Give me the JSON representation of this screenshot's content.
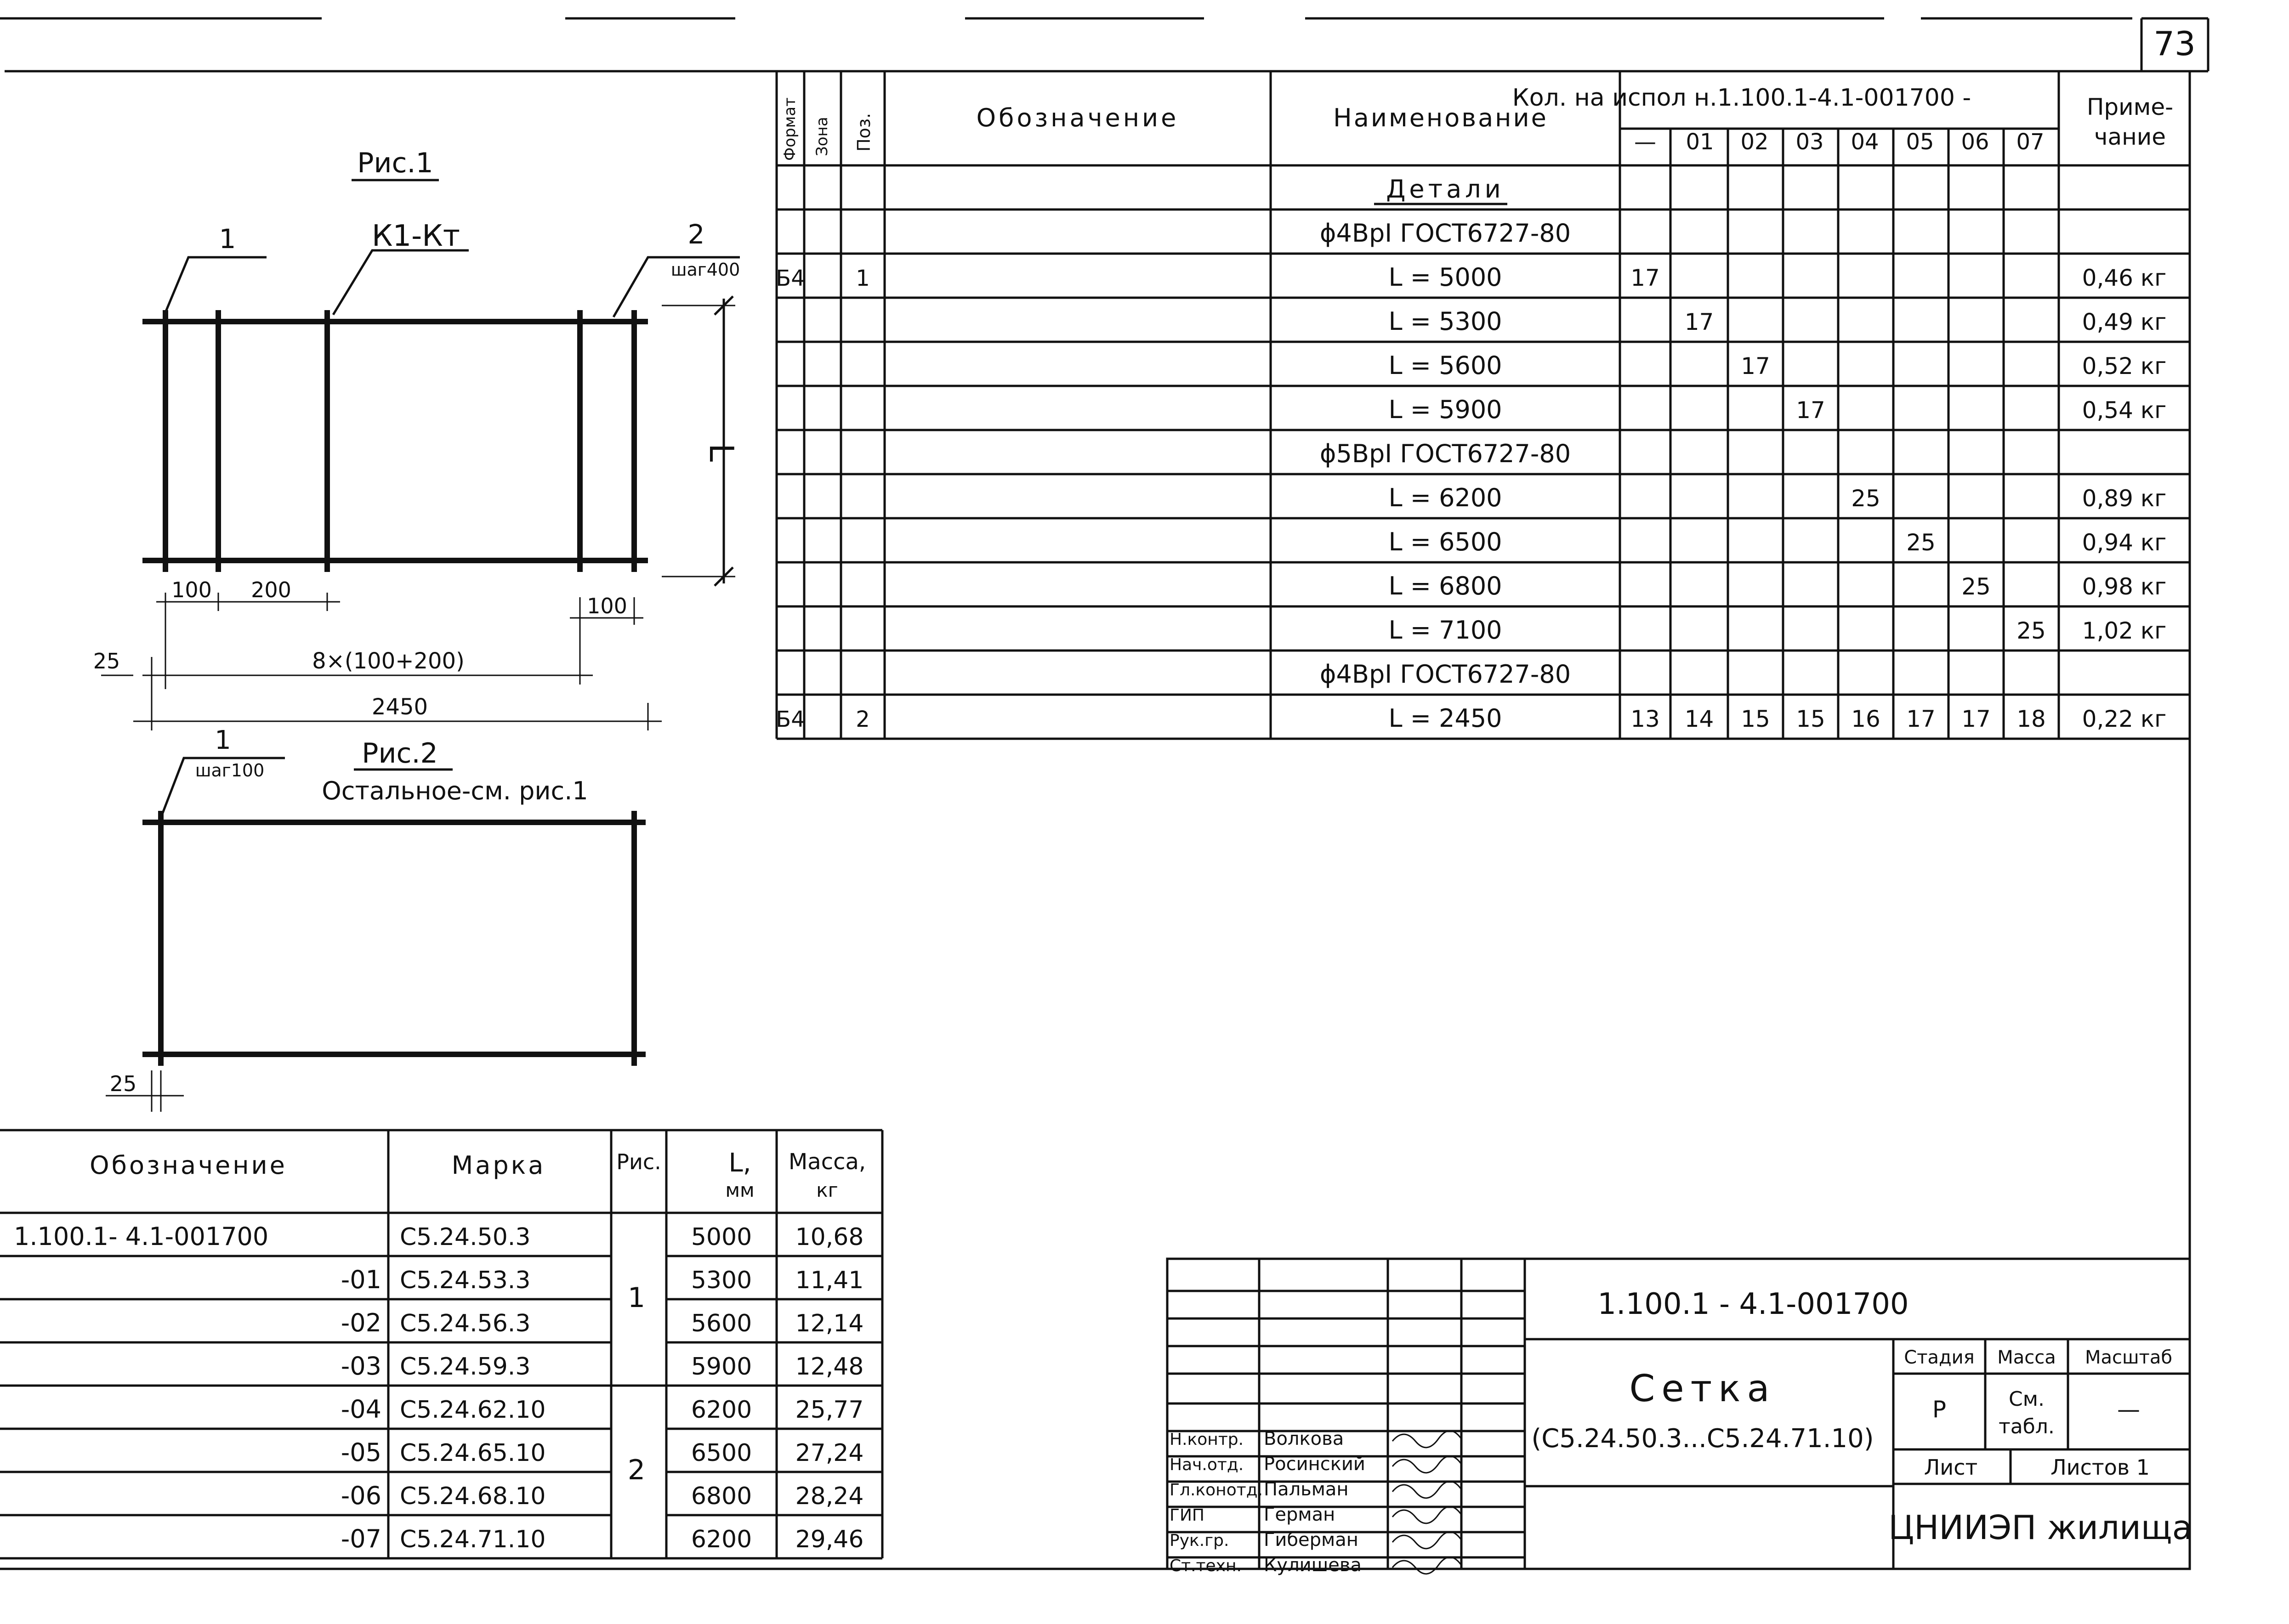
{
  "page": {
    "sheet_number": "73",
    "colors": {
      "ink": "#111111",
      "paper": "#ffffff"
    }
  },
  "spec": {
    "headers": {
      "format": "Формат",
      "zone": "Зона",
      "pos": "Поз.",
      "designation": "Обозначение",
      "name": "Наименование",
      "qty": "Кол. на испол н.1.100.1-4.1-001700 -",
      "note1": "Приме-",
      "note2": "чание"
    },
    "variants": [
      "—",
      "01",
      "02",
      "03",
      "04",
      "05",
      "06",
      "07"
    ],
    "rows": [
      {
        "format": "",
        "zone": "",
        "pos": "",
        "name": "Детали",
        "q": [
          "",
          "",
          "",
          "",
          "",
          "",
          "",
          ""
        ],
        "note": "",
        "section": true
      },
      {
        "format": "",
        "zone": "",
        "pos": "",
        "name": "ϕ4ВрI ГОСТ6727-80",
        "q": [
          "",
          "",
          "",
          "",
          "",
          "",
          "",
          ""
        ],
        "note": "",
        "section": false
      },
      {
        "format": "Б4",
        "zone": "",
        "pos": "1",
        "name": "L = 5000",
        "q": [
          "17",
          "",
          "",
          "",
          "",
          "",
          "",
          ""
        ],
        "note": "0,46 кг",
        "section": false
      },
      {
        "format": "",
        "zone": "",
        "pos": "",
        "name": "L = 5300",
        "q": [
          "",
          "17",
          "",
          "",
          "",
          "",
          "",
          ""
        ],
        "note": "0,49 кг",
        "section": false
      },
      {
        "format": "",
        "zone": "",
        "pos": "",
        "name": "L = 5600",
        "q": [
          "",
          "",
          "17",
          "",
          "",
          "",
          "",
          ""
        ],
        "note": "0,52 кг",
        "section": false
      },
      {
        "format": "",
        "zone": "",
        "pos": "",
        "name": "L = 5900",
        "q": [
          "",
          "",
          "",
          "17",
          "",
          "",
          "",
          ""
        ],
        "note": "0,54 кг",
        "section": false
      },
      {
        "format": "",
        "zone": "",
        "pos": "",
        "name": "ϕ5ВрI ГОСТ6727-80",
        "q": [
          "",
          "",
          "",
          "",
          "",
          "",
          "",
          ""
        ],
        "note": "",
        "section": false
      },
      {
        "format": "",
        "zone": "",
        "pos": "",
        "name": "L = 6200",
        "q": [
          "",
          "",
          "",
          "",
          "25",
          "",
          "",
          ""
        ],
        "note": "0,89 кг",
        "section": false
      },
      {
        "format": "",
        "zone": "",
        "pos": "",
        "name": "L = 6500",
        "q": [
          "",
          "",
          "",
          "",
          "",
          "25",
          "",
          ""
        ],
        "note": "0,94 кг",
        "section": false
      },
      {
        "format": "",
        "zone": "",
        "pos": "",
        "name": "L = 6800",
        "q": [
          "",
          "",
          "",
          "",
          "",
          "",
          "25",
          ""
        ],
        "note": "0,98 кг",
        "section": false
      },
      {
        "format": "",
        "zone": "",
        "pos": "",
        "name": "L = 7100",
        "q": [
          "",
          "",
          "",
          "",
          "",
          "",
          "",
          "25"
        ],
        "note": "1,02 кг",
        "section": false
      },
      {
        "format": "",
        "zone": "",
        "pos": "",
        "name": "ϕ4ВрI ГОСТ6727-80",
        "q": [
          "",
          "",
          "",
          "",
          "",
          "",
          "",
          ""
        ],
        "note": "",
        "section": false
      },
      {
        "format": "Б4",
        "zone": "",
        "pos": "2",
        "name": "L = 2450",
        "q": [
          "13",
          "14",
          "15",
          "15",
          "16",
          "17",
          "17",
          "18"
        ],
        "note": "0,22 кг",
        "section": false
      }
    ]
  },
  "fig1": {
    "title": "Рис.1",
    "label_1": "1",
    "label_kt": "К1-Кт",
    "label_2": "2",
    "step": "шаг400",
    "dim_l": "L",
    "dim_100a": "100",
    "dim_200": "200",
    "dim_100b": "100",
    "dim_25": "25",
    "dim_8x": "8×(100+200)",
    "dim_2450": "2450"
  },
  "fig2": {
    "title": "Рис.2",
    "label_1": "1",
    "step": "шаг100",
    "note": "Остальное-см. рис.1",
    "dim_25": "25"
  },
  "marks": {
    "headers": {
      "designation": "Обозначение",
      "mark": "Марка",
      "fig": "Рис.",
      "l1": "L,",
      "l2": "мм",
      "mass1": "Масса,",
      "mass2": "кг"
    },
    "fig_groups": [
      "1",
      "2"
    ],
    "rows": [
      {
        "designation": "1.100.1- 4.1-001700",
        "mark": "С5.24.50.3",
        "l": "5000",
        "mass": "10,68"
      },
      {
        "designation": "-01",
        "mark": "С5.24.53.3",
        "l": "5300",
        "mass": "11,41"
      },
      {
        "designation": "-02",
        "mark": "С5.24.56.3",
        "l": "5600",
        "mass": "12,14"
      },
      {
        "designation": "-03",
        "mark": "С5.24.59.3",
        "l": "5900",
        "mass": "12,48"
      },
      {
        "designation": "-04",
        "mark": "С5.24.62.10",
        "l": "6200",
        "mass": "25,77"
      },
      {
        "designation": "-05",
        "mark": "С5.24.65.10",
        "l": "6500",
        "mass": "27,24"
      },
      {
        "designation": "-06",
        "mark": "С5.24.68.10",
        "l": "6800",
        "mass": "28,24"
      },
      {
        "designation": "-07",
        "mark": "С5.24.71.10",
        "l": "6200",
        "mass": "29,46"
      }
    ]
  },
  "title_block": {
    "code": "1.100.1 - 4.1-001700",
    "name": "Сетка",
    "subname": "(С5.24.50.3...С5.24.71.10)",
    "stage_h": "Стадия",
    "mass_h": "Масса",
    "scale_h": "Масштаб",
    "stage": "Р",
    "mass1": "См.",
    "mass2": "табл.",
    "scale": "—",
    "sheet_h": "Лист",
    "sheets_h": "Листов 1",
    "org": "ЦНИИЭП жилища",
    "signers": [
      {
        "role": "Н.контр.",
        "name": "Волкова"
      },
      {
        "role": "Нач.отд.",
        "name": "Росинский"
      },
      {
        "role": "Гл.конотд.",
        "name": "Пальман"
      },
      {
        "role": "ГИП",
        "name": "Герман"
      },
      {
        "role": "Рук.гр.",
        "name": "Гиберман"
      },
      {
        "role": "Ст.техн.",
        "name": "Кулишева"
      }
    ]
  }
}
